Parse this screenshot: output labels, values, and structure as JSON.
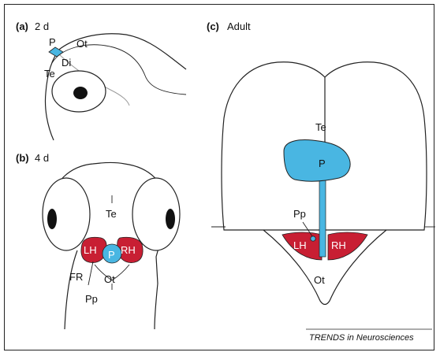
{
  "colors": {
    "pineal_blue": "#49b6e2",
    "habenula_red": "#c81f33",
    "outline": "#222222"
  },
  "panels": {
    "a": {
      "letter": "(a)",
      "stage": "2 d"
    },
    "b": {
      "letter": "(b)",
      "stage": "4 d"
    },
    "c": {
      "letter": "(c)",
      "stage": "Adult"
    }
  },
  "labels": {
    "a": {
      "p": "P",
      "ot": "Ot",
      "di": "Di",
      "te": "Te"
    },
    "b": {
      "te": "Te",
      "lh": "LH",
      "p": "P",
      "rh": "RH",
      "fr": "FR",
      "ot": "Ot",
      "pp": "Pp"
    },
    "c": {
      "te": "Te",
      "p": "P",
      "pp": "Pp",
      "lh": "LH",
      "rh": "RH",
      "ot": "Ot"
    }
  },
  "credit": "TRENDS in Neurosciences"
}
